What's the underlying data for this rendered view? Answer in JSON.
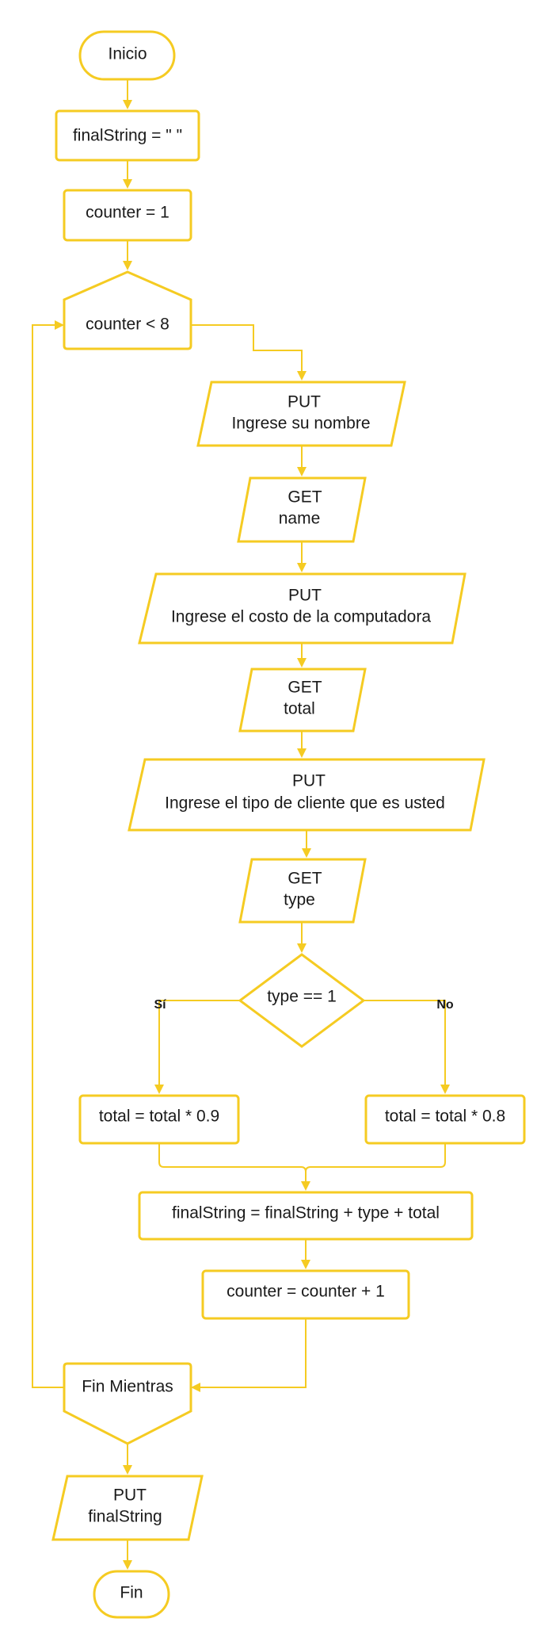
{
  "colors": {
    "stroke": "#f5cb22",
    "text": "#1a1a1a",
    "background": "#ffffff"
  },
  "nodes": {
    "inicio": "Inicio",
    "init_final": "finalString = \" \"",
    "init_counter": "counter = 1",
    "loop_condition": "counter < 8",
    "put_name_kw": "PUT",
    "put_name_msg": "Ingrese su nombre",
    "get_name_kw": "GET",
    "get_name_var": "name",
    "put_cost_kw": "PUT",
    "put_cost_msg": "Ingrese el costo de la computadora",
    "get_total_kw": "GET",
    "get_total_var": "total",
    "put_type_kw": "PUT",
    "put_type_msg": "Ingrese el tipo de cliente que es usted",
    "get_type_kw": "GET",
    "get_type_var": "type",
    "decision": "type == 1",
    "yes_label": "Sí",
    "no_label": "No",
    "yes_action": "total = total * 0.9",
    "no_action": "total = total * 0.8",
    "concat": "finalString = finalString + type + total",
    "increment": "counter = counter + 1",
    "loop_end": "Fin Mientras",
    "put_final_kw": "PUT",
    "put_final_var": "finalString",
    "fin": "Fin"
  }
}
